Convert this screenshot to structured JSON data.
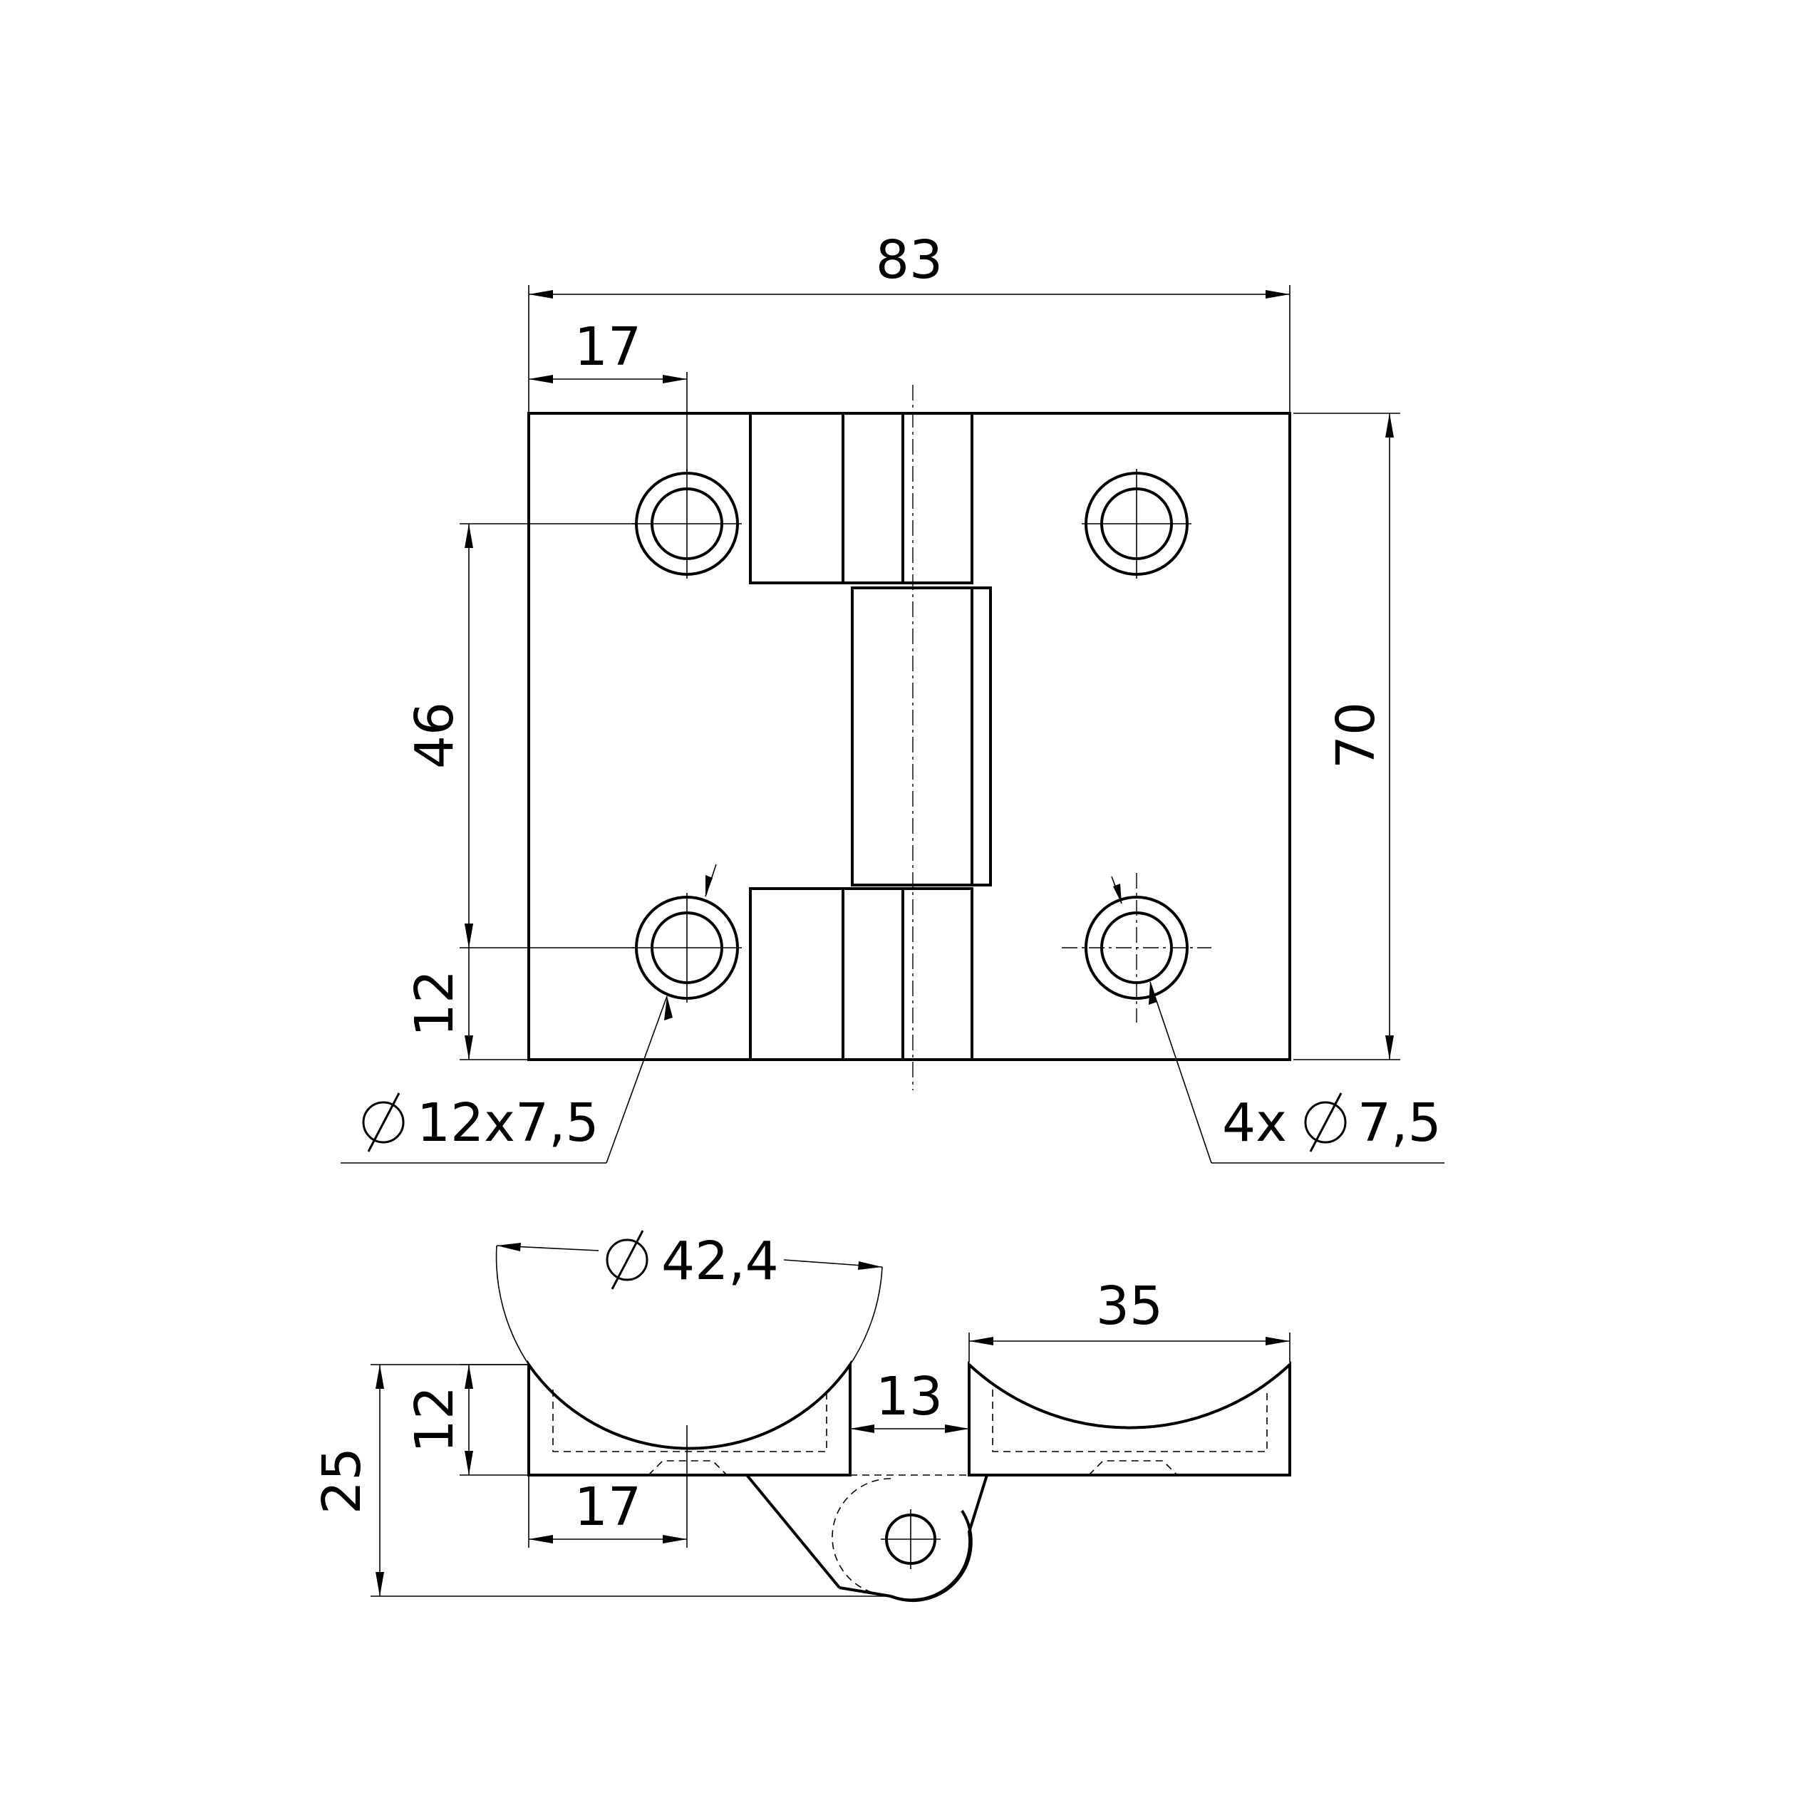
{
  "dimensions": {
    "total_width": "83",
    "hole_offset_top": "17",
    "hole_spacing": "46",
    "hole_edge": "12",
    "total_height": "70",
    "counterbore": "12x7,5",
    "holes": "4x",
    "hole_diameter": "7,5",
    "knuckle_diameter": "42,4",
    "leaf_thickness": "12",
    "section_height": "25",
    "leaf_depth": "35",
    "gap": "13",
    "hole_offset_side": "17"
  },
  "symbols": {
    "diameter": "diameter-sign"
  },
  "colors": {
    "line": "#000000",
    "background": "#ffffff"
  }
}
